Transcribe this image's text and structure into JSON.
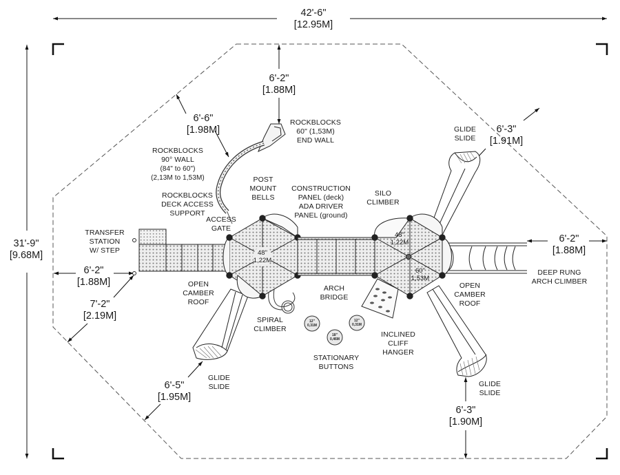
{
  "drawing": {
    "overall_width": {
      "ft": "42'-6\"",
      "m": "[12.95M]"
    },
    "overall_depth": {
      "ft": "31'-9\"",
      "m": "[9.68M]"
    },
    "clearances": [
      {
        "id": "top",
        "ft": "6'-2\"",
        "m": "[1.88M]"
      },
      {
        "id": "rockblocks-wall",
        "ft": "6'-6\"",
        "m": "[1.98M]"
      },
      {
        "id": "glide-slide-top-right",
        "ft": "6'-3\"",
        "m": "[1.91M]"
      },
      {
        "id": "right",
        "ft": "6'-2\"",
        "m": "[1.88M]"
      },
      {
        "id": "left",
        "ft": "6'-2\"",
        "m": "[1.88M]"
      },
      {
        "id": "left-diagonal",
        "ft": "7'-2\"",
        "m": "[2.19M]"
      },
      {
        "id": "glide-slide-bottom-left",
        "ft": "6'-5\"",
        "m": "[1.95M]"
      },
      {
        "id": "glide-slide-bottom-right",
        "ft": "6'-3\"",
        "m": "[1.90M]"
      }
    ],
    "components": [
      {
        "id": "rockblocks-end-wall",
        "lines": [
          "ROCKBLOCKS",
          "60\" (1,53M)",
          "END WALL"
        ]
      },
      {
        "id": "rockblocks-90-wall",
        "lines": [
          "ROCKBLOCKS",
          "90° WALL",
          "(84\" to 60\")",
          "(2,13M to 1,53M)"
        ]
      },
      {
        "id": "rockblocks-deck-access",
        "lines": [
          "ROCKBLOCKS",
          "DECK ACCESS",
          "SUPPORT"
        ]
      },
      {
        "id": "post-mount-bells",
        "lines": [
          "POST",
          "MOUNT",
          "BELLS"
        ]
      },
      {
        "id": "construction-panel",
        "lines": [
          "CONSTRUCTION",
          "PANEL (deck)",
          "ADA DRIVER",
          "PANEL (ground)"
        ]
      },
      {
        "id": "silo-climber",
        "lines": [
          "SILO",
          "CLIMBER"
        ]
      },
      {
        "id": "glide-slide-top",
        "lines": [
          "GLIDE",
          "SLIDE"
        ]
      },
      {
        "id": "access-gate",
        "lines": [
          "ACCESS",
          "GATE"
        ]
      },
      {
        "id": "transfer-station",
        "lines": [
          "TRANSFER",
          "STATION",
          "W/ STEP"
        ]
      },
      {
        "id": "open-camber-roof-left",
        "lines": [
          "OPEN",
          "CAMBER",
          "ROOF"
        ]
      },
      {
        "id": "arch-bridge",
        "lines": [
          "ARCH",
          "BRIDGE"
        ]
      },
      {
        "id": "open-camber-roof-right",
        "lines": [
          "OPEN",
          "CAMBER",
          "ROOF"
        ]
      },
      {
        "id": "deep-rung-arch-climber",
        "lines": [
          "DEEP RUNG",
          "ARCH CLIMBER"
        ]
      },
      {
        "id": "spiral-climber",
        "lines": [
          "SPIRAL",
          "CLIMBER"
        ]
      },
      {
        "id": "stationary-buttons",
        "lines": [
          "STATIONARY",
          "BUTTONS"
        ]
      },
      {
        "id": "inclined-cliff-hanger",
        "lines": [
          "INCLINED",
          "CLIFF",
          "HANGER"
        ]
      },
      {
        "id": "glide-slide-bottom-left",
        "lines": [
          "GLIDE",
          "SLIDE"
        ]
      },
      {
        "id": "glide-slide-bottom-right",
        "lines": [
          "GLIDE",
          "SLIDE"
        ]
      }
    ],
    "deck_heights": [
      {
        "id": "left-deck",
        "lines": [
          "48\"",
          "1,22M"
        ]
      },
      {
        "id": "right-deck-upper",
        "lines": [
          "48\"",
          "1,22M"
        ]
      },
      {
        "id": "right-deck-lower",
        "lines": [
          "60\"",
          "1,53M"
        ]
      }
    ],
    "buttons": [
      {
        "id": "button-left",
        "lines": [
          "12\"",
          "0,31M"
        ]
      },
      {
        "id": "button-middle",
        "lines": [
          "18\"",
          "0,46M"
        ]
      },
      {
        "id": "button-right",
        "lines": [
          "12\"",
          "0,31M"
        ]
      }
    ],
    "colors": {
      "ink": "#1a1a1a",
      "deck_fill": "#e6e6e6",
      "perforation": "#7a7a7a",
      "background": "#ffffff"
    }
  }
}
